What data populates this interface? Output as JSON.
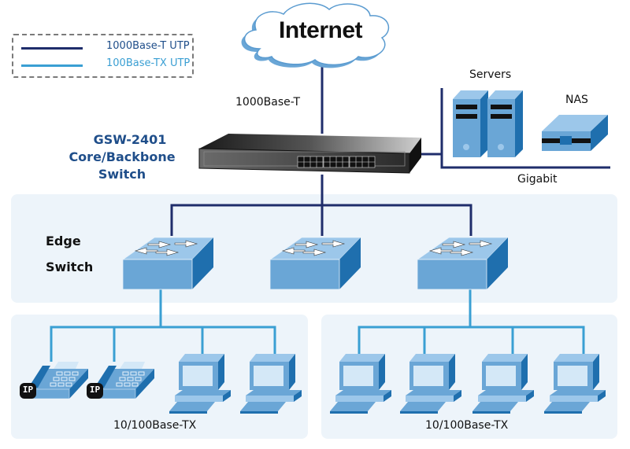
{
  "legend": {
    "items": [
      {
        "label": "1000Base-T UTP",
        "color": "#1f2d6b"
      },
      {
        "label": "100Base-TX UTP",
        "color": "#3a9fd3"
      }
    ]
  },
  "internet": {
    "label": "Internet"
  },
  "core_switch": {
    "uplink_label": "1000Base-T",
    "model": "GSW-2401",
    "role_line1": "Core/Backbone",
    "role_line2": "Switch"
  },
  "servers": {
    "label": "Servers",
    "count": 2
  },
  "nas": {
    "label": "NAS"
  },
  "gigabit": {
    "label": "Gigabit"
  },
  "edge": {
    "label_line1": "Edge",
    "label_line2": "Switch",
    "count": 3
  },
  "groups": [
    {
      "label": "10/100Base-TX",
      "devices": [
        {
          "type": "ip-phone",
          "badge": "IP"
        },
        {
          "type": "ip-phone",
          "badge": "IP"
        },
        {
          "type": "pc"
        },
        {
          "type": "pc"
        }
      ]
    },
    {
      "label": "10/100Base-TX",
      "devices": [
        {
          "type": "pc"
        },
        {
          "type": "pc"
        },
        {
          "type": "pc"
        },
        {
          "type": "pc"
        }
      ]
    }
  ],
  "colors": {
    "gigabit_line": "#1f2d6b",
    "fast_line": "#3a9fd3",
    "device_light": "#6aa6d6",
    "device_dark": "#1f6fae",
    "device_top": "#9cc7ea",
    "panel_bg": "#edf4fa",
    "title_blue": "#1f4e8a"
  }
}
